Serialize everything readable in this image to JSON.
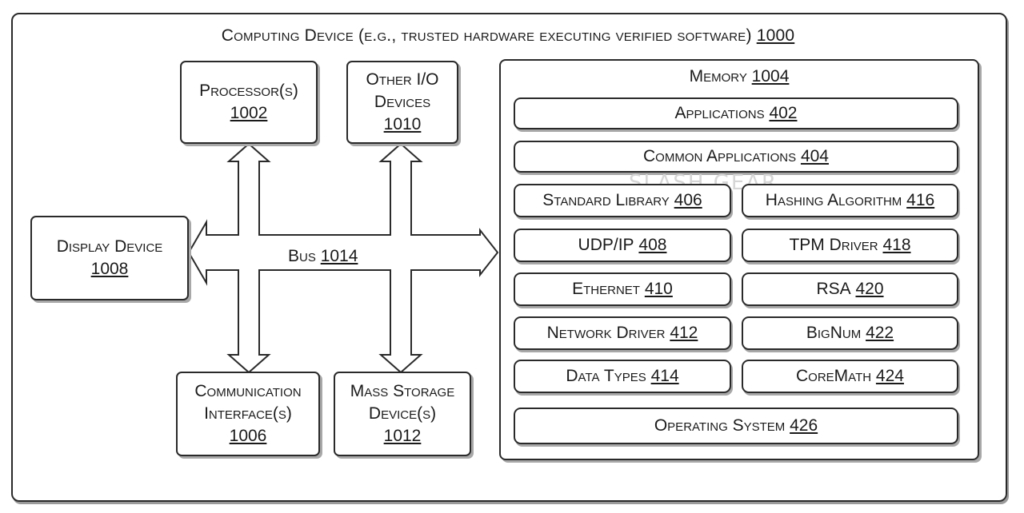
{
  "diagram": {
    "title": {
      "text": "Computing Device (e.g., trusted hardware executing verified software)",
      "ref": "1000"
    },
    "processor": {
      "line1": "Processor(s)",
      "ref": "1002"
    },
    "other_io": {
      "line1": "Other I/O",
      "line2": "Devices",
      "ref": "1010"
    },
    "display": {
      "line1": "Display Device",
      "ref": "1008"
    },
    "comm": {
      "line1": "Communication",
      "line2": "Interface(s)",
      "ref": "1006"
    },
    "mass": {
      "line1": "Mass Storage",
      "line2": "Device(s)",
      "ref": "1012"
    },
    "bus": {
      "label": "Bus",
      "ref": "1014"
    },
    "memory": {
      "label": "Memory",
      "ref": "1004",
      "applications": {
        "label": "Applications",
        "ref": "402"
      },
      "common_applications": {
        "label": "Common Applications",
        "ref": "404"
      },
      "left_modules": [
        {
          "label": "Standard Library",
          "ref": "406"
        },
        {
          "label": "UDP/IP",
          "ref": "408"
        },
        {
          "label": "Ethernet",
          "ref": "410"
        },
        {
          "label": "Network Driver",
          "ref": "412"
        },
        {
          "label": "Data Types",
          "ref": "414"
        }
      ],
      "right_modules": [
        {
          "label": "Hashing Algorithm",
          "ref": "416"
        },
        {
          "label": "TPM Driver",
          "ref": "418"
        },
        {
          "label": "RSA",
          "ref": "420"
        },
        {
          "label": "BigNum",
          "ref": "422"
        },
        {
          "label": "CoreMath",
          "ref": "424"
        }
      ],
      "operating_system": {
        "label": "Operating System",
        "ref": "426"
      }
    }
  },
  "watermark": "SLASH GEAR"
}
